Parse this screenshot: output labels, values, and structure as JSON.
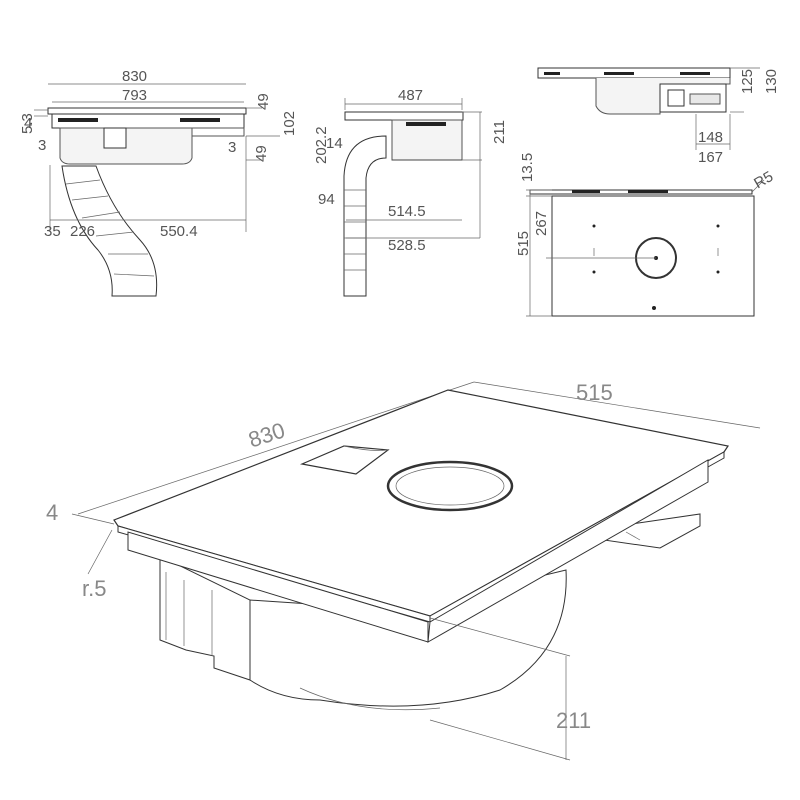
{
  "front_view": {
    "overall_width": "830",
    "inner_width": "793",
    "top_offset": "5.3",
    "glass_thickness": "4",
    "side_gap_left": "3",
    "side_gap_right": "3",
    "upper_height": "49",
    "lower_height": "49",
    "total_height": "102",
    "duct_offset": "35",
    "duct_width": "226",
    "duct_span": "550.4"
  },
  "side_view": {
    "depth": "487",
    "bend_radius": "14",
    "duct_height": "202.2",
    "duct_depth": "94",
    "duct_reach": "514.5",
    "total_reach": "528.5",
    "height": "211"
  },
  "rear_view": {
    "height_small": "125",
    "height_large": "130",
    "width_small": "148",
    "width_large": "167"
  },
  "plan_view": {
    "edge_offset": "13.5",
    "corner_radius": "R5",
    "center_depth": "267",
    "total_depth": "515"
  },
  "iso_view": {
    "length": "830",
    "depth": "515",
    "thickness": "4",
    "corner_radius": "r.5",
    "height": "211"
  }
}
